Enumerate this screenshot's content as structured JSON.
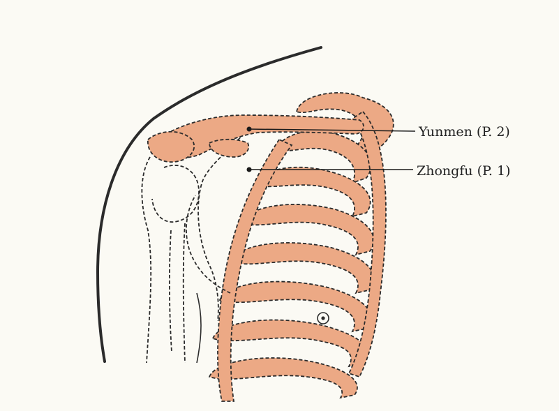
{
  "colors": {
    "bone": "#eca985",
    "ink": "#2b2b2b",
    "paper": "#fbfaf4"
  },
  "points": [
    {
      "id": "yunmen",
      "label": "Yunmen (P. 2)"
    },
    {
      "id": "zhongfu",
      "label": "Zhongfu (P. 1)"
    }
  ],
  "nipple_marker": {
    "icon": "circled-dot-icon"
  }
}
